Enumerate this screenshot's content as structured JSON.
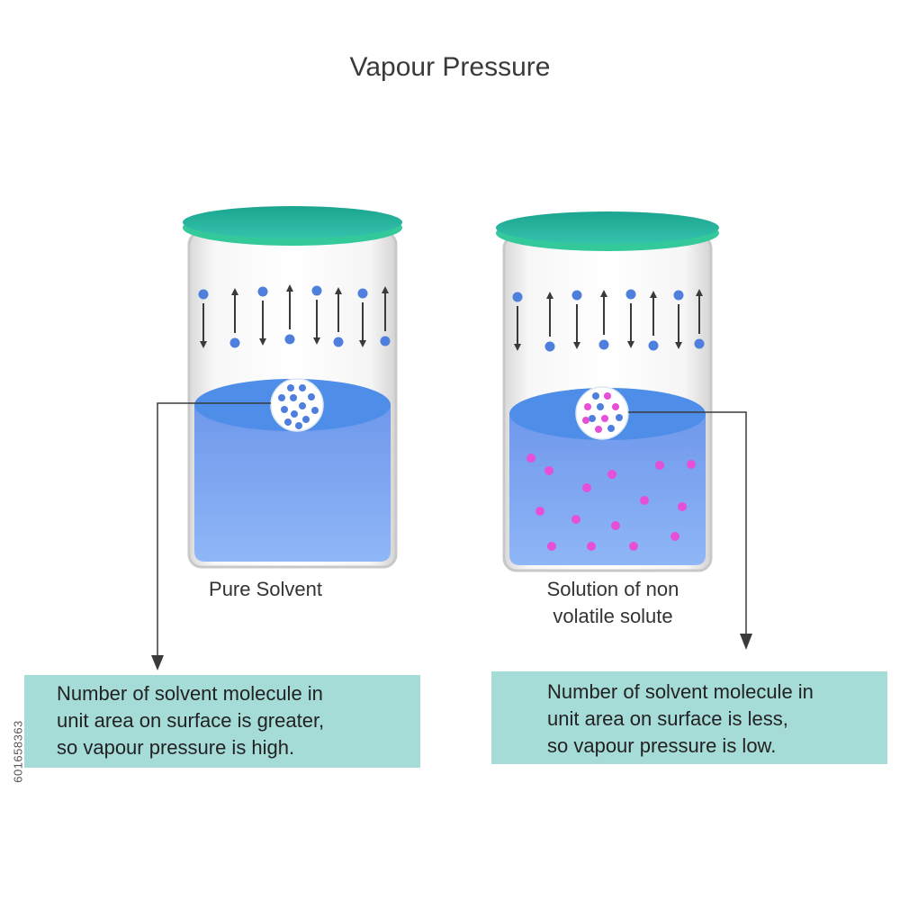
{
  "title": "Vapour Pressure",
  "beakers": [
    {
      "label_lines": [
        "Pure Solvent"
      ],
      "description_lines": [
        "Number of solvent molecule in",
        "unit area on surface is greater,",
        "so vapour pressure is high."
      ],
      "surface_molecules": {
        "solvent": 12,
        "solute": 0
      }
    },
    {
      "label_lines": [
        "Solution of non",
        "volatile solute"
      ],
      "description_lines": [
        "Number of solvent molecule in",
        "unit area on surface is less,",
        "so vapour pressure is low."
      ],
      "surface_molecules": {
        "solvent": 5,
        "solute": 6
      }
    }
  ],
  "colors": {
    "lid": "#2bb9a3",
    "liquid": "#7fa8ee",
    "solvent_molecule": "#4f7fdd",
    "solute_molecule": "#e64fd8",
    "box": "#a6dcd8",
    "arrow": "#3a3a3a"
  },
  "watermark_id": "601658363"
}
